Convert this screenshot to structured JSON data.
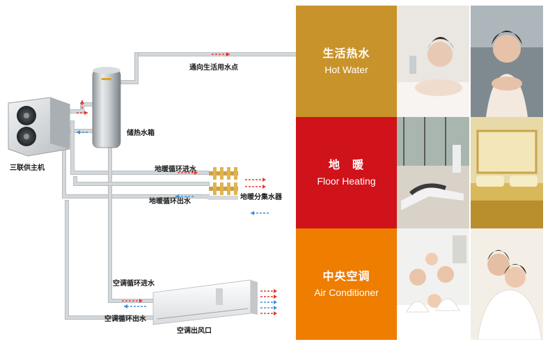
{
  "diagram": {
    "labels": {
      "host_unit": "三联供主机",
      "storage_tank": "储热水箱",
      "to_water_points": "通向生活用水点",
      "floor_heat_in": "地暖循环进水",
      "floor_heat_out": "地暖循环出水",
      "manifold": "地暖分集水器",
      "ac_in": "空调循环进水",
      "ac_out": "空调循环出水",
      "ac_outlet": "空调出风口"
    },
    "colors": {
      "hot_arrow": "#e8352c",
      "cold_arrow": "#3a8fd8",
      "pipe": "#d4d8db",
      "pipe_edge": "#b7bcc0"
    }
  },
  "sections": [
    {
      "title_cn": "生活热水",
      "title_en": "Hot Water",
      "color": "#c9932b"
    },
    {
      "title_cn": "地　暖",
      "title_en": "Floor Heating",
      "color": "#d0121b"
    },
    {
      "title_cn": "中央空调",
      "title_en": "Air Conditioner",
      "color": "#ee7d00"
    }
  ]
}
